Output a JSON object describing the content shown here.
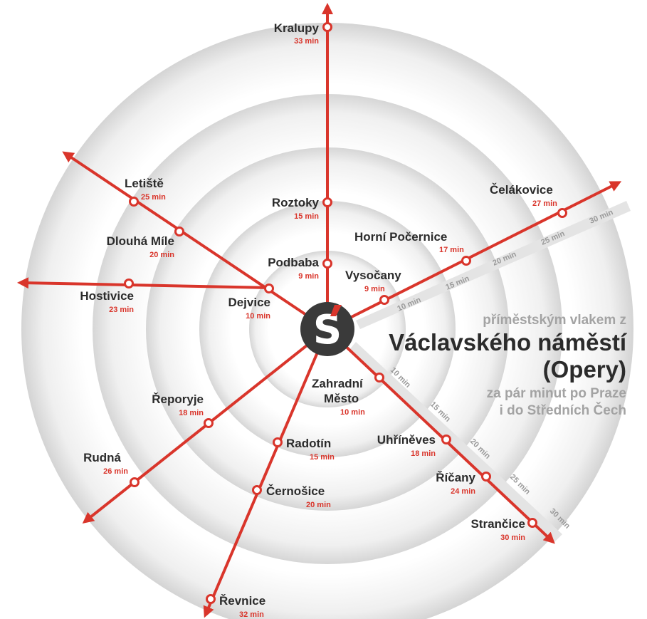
{
  "hub": {
    "logo_letter": "S",
    "accent": "#d9352b",
    "dark": "#3a3a3a"
  },
  "title": {
    "line1": "příměstským vlakem z",
    "line2": "Václavského náměstí",
    "line3": "(Opery)",
    "line4": "za pár minut po Praze",
    "line5": "i do Středních Čech"
  },
  "stations": {
    "kralupy": {
      "name": "Kralupy",
      "time": "33 min"
    },
    "roztoky": {
      "name": "Roztoky",
      "time": "15 min"
    },
    "podbaba": {
      "name": "Podbaba",
      "time": "9 min"
    },
    "letiste": {
      "name": "Letiště",
      "time": "25 min"
    },
    "dlouha_mile": {
      "name": "Dlouhá Míle",
      "time": "20 min"
    },
    "dejvice": {
      "name": "Dejvice",
      "time": "10 min"
    },
    "hostivice": {
      "name": "Hostivice",
      "time": "23 min"
    },
    "celakovice": {
      "name": "Čelákovice",
      "time": "27 min"
    },
    "horni_pocernice": {
      "name": "Horní Počernice",
      "time": "17 min"
    },
    "vysocany": {
      "name": "Vysočany",
      "time": "9 min"
    },
    "zahradni_mesto": {
      "name1": "Zahradní",
      "name2": "Město",
      "time": "10 min"
    },
    "uhrineves": {
      "name": "Uhříněves",
      "time": "18 min"
    },
    "ricany": {
      "name": "Říčany",
      "time": "24 min"
    },
    "strancice": {
      "name": "Strančice",
      "time": "30 min"
    },
    "reporyje": {
      "name": "Řeporyje",
      "time": "18 min"
    },
    "rudna": {
      "name": "Rudná",
      "time": "26 min"
    },
    "radotin": {
      "name": "Radotín",
      "time": "15 min"
    },
    "cernosice": {
      "name": "Černošice",
      "time": "20 min"
    },
    "revnice": {
      "name": "Řevnice",
      "time": "32 min"
    }
  },
  "scale_ne": [
    "10 min",
    "15 min",
    "20 min",
    "25 min",
    "30 min"
  ],
  "scale_se": [
    "10 min",
    "15 min",
    "20 min",
    "25 min",
    "30 min"
  ]
}
